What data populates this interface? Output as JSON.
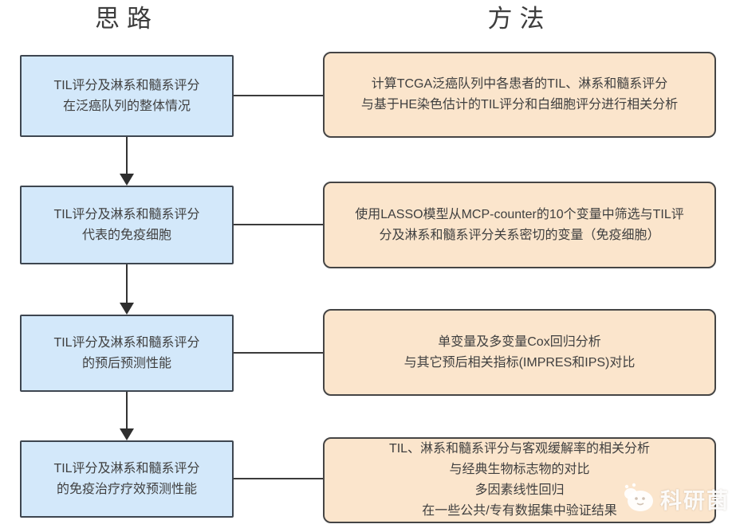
{
  "titles": {
    "left": "思路",
    "right": "方法"
  },
  "colors": {
    "idea_fill": "#d3e8fa",
    "idea_border": "#3e4650",
    "method_fill": "#fbe5cc",
    "method_border": "#454545",
    "text": "#3f3f3f",
    "connector": "#333333",
    "background": "#ffffff"
  },
  "rows": [
    {
      "idea": {
        "lines": [
          "TIL评分及淋系和髓系评分",
          "在泛癌队列的整体情况"
        ]
      },
      "method": {
        "lines": [
          "计算TCGA泛癌队列中各患者的TIL、淋系和髓系评分",
          "与基于HE染色估计的TIL评分和白细胞评分进行相关分析"
        ]
      }
    },
    {
      "idea": {
        "lines": [
          "TIL评分及淋系和髓系评分",
          "代表的免疫细胞"
        ]
      },
      "method": {
        "lines": [
          "使用LASSO模型从MCP-counter的10个变量中筛选与TIL评",
          "分及淋系和髓系评分关系密切的变量（免疫细胞）"
        ]
      }
    },
    {
      "idea": {
        "lines": [
          "TIL评分及淋系和髓系评分",
          "的预后预测性能"
        ]
      },
      "method": {
        "lines": [
          "单变量及多变量Cox回归分析",
          "与其它预后相关指标(IMPRES和IPS)对比"
        ]
      }
    },
    {
      "idea": {
        "lines": [
          "TIL评分及淋系和髓系评分",
          "的免疫治疗疗效预测性能"
        ]
      },
      "method": {
        "lines": [
          "TIL、淋系和髓系评分与客观缓解率的相关分析",
          "与经典生物标志物的对比",
          "多因素线性回归",
          "在一些公共/专有数据集中验证结果"
        ]
      }
    }
  ],
  "watermark": {
    "text": "科研菌",
    "icon": "mascot-icon"
  }
}
